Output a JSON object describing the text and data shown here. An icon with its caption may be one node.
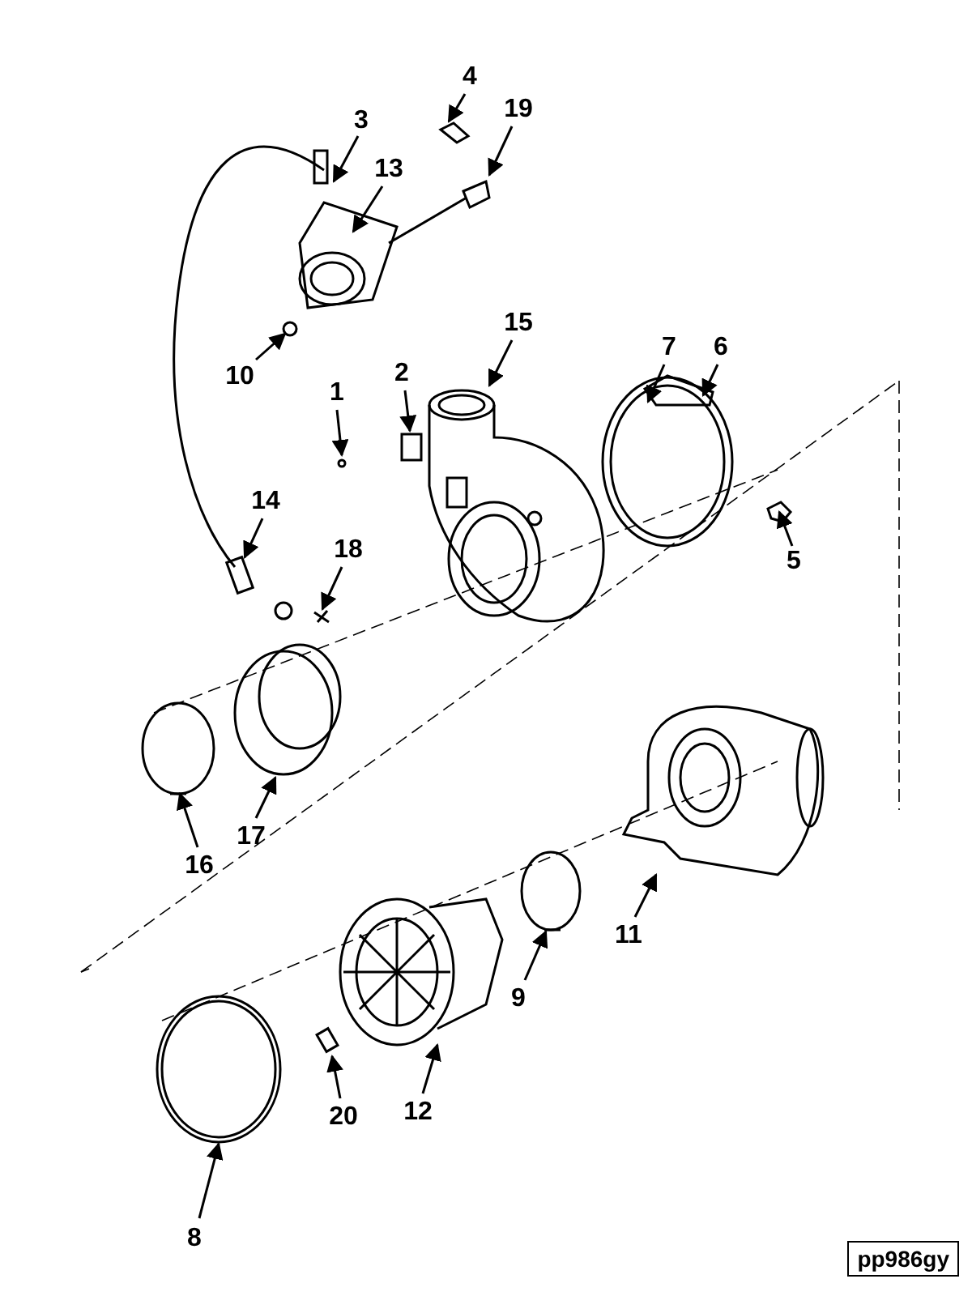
{
  "diagram": {
    "nodes": [
      {
        "text": [
          "4"
        ]
      },
      {
        "text": [
          "3"
        ]
      },
      {
        "text": [
          "19"
        ]
      },
      {
        "text": [
          "13"
        ]
      },
      {
        "text": [
          "15"
        ]
      },
      {
        "text": [
          "7"
        ]
      },
      {
        "text": [
          "6"
        ]
      },
      {
        "text": [
          "10"
        ]
      },
      {
        "text": [
          "2"
        ]
      },
      {
        "text": [
          "1"
        ]
      },
      {
        "text": [
          "14"
        ]
      },
      {
        "text": [
          "18"
        ]
      },
      {
        "text": [
          "5"
        ]
      },
      {
        "text": [
          "16"
        ]
      },
      {
        "text": [
          "17"
        ]
      },
      {
        "text": [
          "11"
        ]
      },
      {
        "text": [
          "9"
        ]
      },
      {
        "text": [
          "12"
        ]
      },
      {
        "text": [
          "20"
        ]
      },
      {
        "text": [
          "8"
        ]
      }
    ],
    "edges": [
      {
        "from": 0,
        "to": null,
        "arrow": "to"
      },
      {
        "from": 1,
        "to": null,
        "arrow": "to"
      },
      {
        "from": 2,
        "to": null,
        "arrow": "to"
      },
      {
        "from": 3,
        "to": null,
        "arrow": "to"
      },
      {
        "from": 4,
        "to": null,
        "arrow": "to"
      },
      {
        "from": 5,
        "to": null,
        "arrow": "to"
      },
      {
        "from": 6,
        "to": null,
        "arrow": "to"
      },
      {
        "from": 7,
        "to": null,
        "arrow": "to"
      },
      {
        "from": 8,
        "to": null,
        "arrow": "to"
      },
      {
        "from": 9,
        "to": null,
        "arrow": "to"
      },
      {
        "from": 10,
        "to": null,
        "arrow": "to"
      },
      {
        "from": 11,
        "to": null,
        "arrow": "to"
      },
      {
        "from": 12,
        "to": null,
        "arrow": "to"
      },
      {
        "from": 13,
        "to": null,
        "arrow": "to"
      },
      {
        "from": 14,
        "to": null,
        "arrow": "to"
      },
      {
        "from": 15,
        "to": null,
        "arrow": "to"
      },
      {
        "from": 16,
        "to": null,
        "arrow": "to"
      },
      {
        "from": 17,
        "to": null,
        "arrow": "to"
      },
      {
        "from": 18,
        "to": null,
        "arrow": "to"
      },
      {
        "from": 19,
        "to": null,
        "arrow": "to"
      }
    ],
    "labels": [
      "pp986gy"
    ]
  }
}
